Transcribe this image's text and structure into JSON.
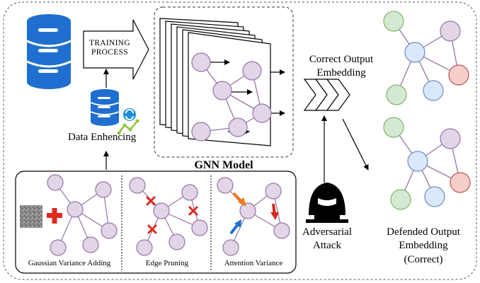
{
  "labels": {
    "training_process": [
      "TRAINING",
      "PROCESS"
    ],
    "data_enhancing": "Data Enhencing",
    "gnn_model": "GNN Model",
    "correct_output": [
      "Correct Output",
      "Embedding"
    ],
    "adversarial_attack": [
      "Adversarial",
      "Attack"
    ],
    "defended_output": [
      "Defended Output",
      "Embedding",
      "(Correct)"
    ],
    "panel_gaussian": "Gaussian Variance Adding",
    "panel_edge": "Edge Pruning",
    "panel_attention": "Attention Variance"
  },
  "colors": {
    "database_blue": "#1f6fd0",
    "node_purple_fill": "#e1d5e7",
    "node_purple_stroke": "#9673a6",
    "node_blue_fill": "#dae8fc",
    "node_blue_stroke": "#6c8ebf",
    "node_red_fill": "#f8cecc",
    "node_red_stroke": "#b85450",
    "node_green_fill": "#d5e8d4",
    "node_green_stroke": "#82b366",
    "edge_purple": "#9673a6",
    "cross_red": "#e0281e",
    "arrow_orange": "#f07a1c",
    "arrow_blue": "#1f6fd0",
    "arrow_red": "#d9261c",
    "refresh_icon": "#1e90d6",
    "chart_icon_line": "#8cc63f"
  },
  "icons": [
    "database-icon",
    "small-database-icon",
    "refresh-icon",
    "line-chart-icon",
    "hacker-icon",
    "chevron-arrows-icon",
    "plus-icon",
    "noise-texture-icon"
  ]
}
